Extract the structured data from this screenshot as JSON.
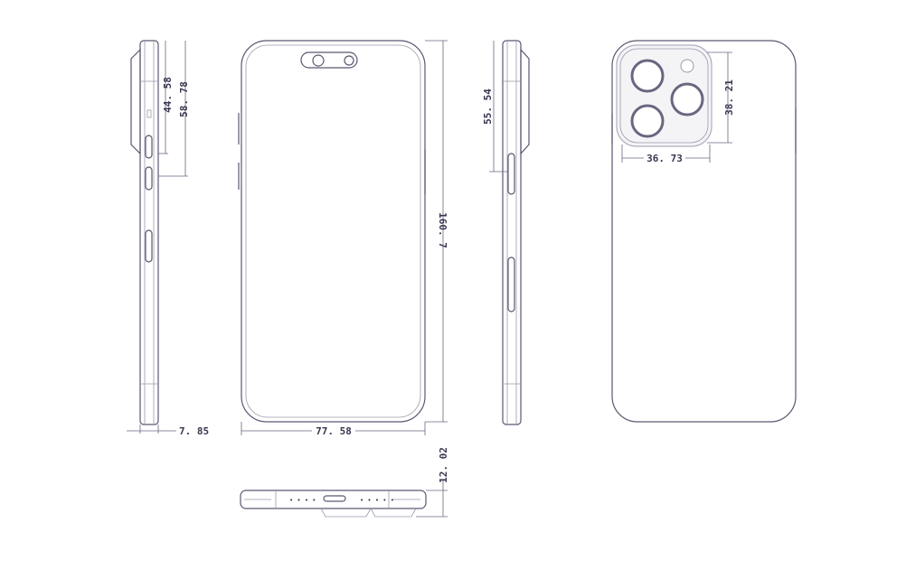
{
  "dimensions": {
    "side_left_camera_height": "44. 58",
    "side_left_button_span": "58. 78",
    "thickness": "7. 85",
    "width": "77. 58",
    "height": "160. 7",
    "side_right_button_span": "55. 54",
    "camera_module_height": "38. 21",
    "camera_module_width": "36. 73",
    "thickness_with_camera": "12. 02"
  },
  "colors": {
    "line": "#5a5870",
    "text": "#3a3650"
  }
}
